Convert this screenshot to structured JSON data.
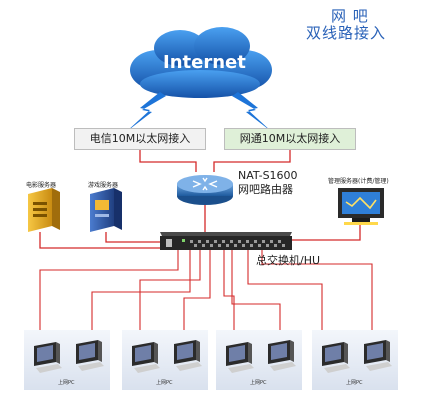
{
  "title": {
    "line1": "网 吧",
    "line2": "双线路接入"
  },
  "internet": {
    "label": "Internet"
  },
  "isp_links": [
    {
      "label": "电信10M以太网接入",
      "color": "#f2f2f2"
    },
    {
      "label": "网通10M以太网接入",
      "color": "#dff0d8"
    }
  ],
  "router": {
    "model": "NAT-S1600",
    "name": "网吧路由器"
  },
  "switch": {
    "label": "总交换机/HU"
  },
  "servers": [
    {
      "label": "电影服务器",
      "icon": "file-server-icon"
    },
    {
      "label": "游戏服务器",
      "icon": "game-server-icon"
    },
    {
      "label": "管理服务器(计费/管理)",
      "icon": "management-monitor-icon"
    }
  ],
  "pc_groups": [
    {
      "pcs": [
        {
          "label": "上网PC"
        },
        {
          "label": "上网PC"
        }
      ]
    },
    {
      "pcs": [
        {
          "label": "上网PC"
        },
        {
          "label": "上网PC"
        }
      ]
    },
    {
      "pcs": [
        {
          "label": "上网PC"
        },
        {
          "label": "上网PC"
        }
      ]
    },
    {
      "pcs": [
        {
          "label": "上网PC"
        },
        {
          "label": "上网PC"
        }
      ]
    }
  ],
  "colors": {
    "cloud": "#1f6ec9",
    "lightning": "#1d74d8",
    "cable": "#d42a2a",
    "router": "#2f72b8",
    "switch": "#2b2b2b",
    "title": "#2a62b8"
  }
}
